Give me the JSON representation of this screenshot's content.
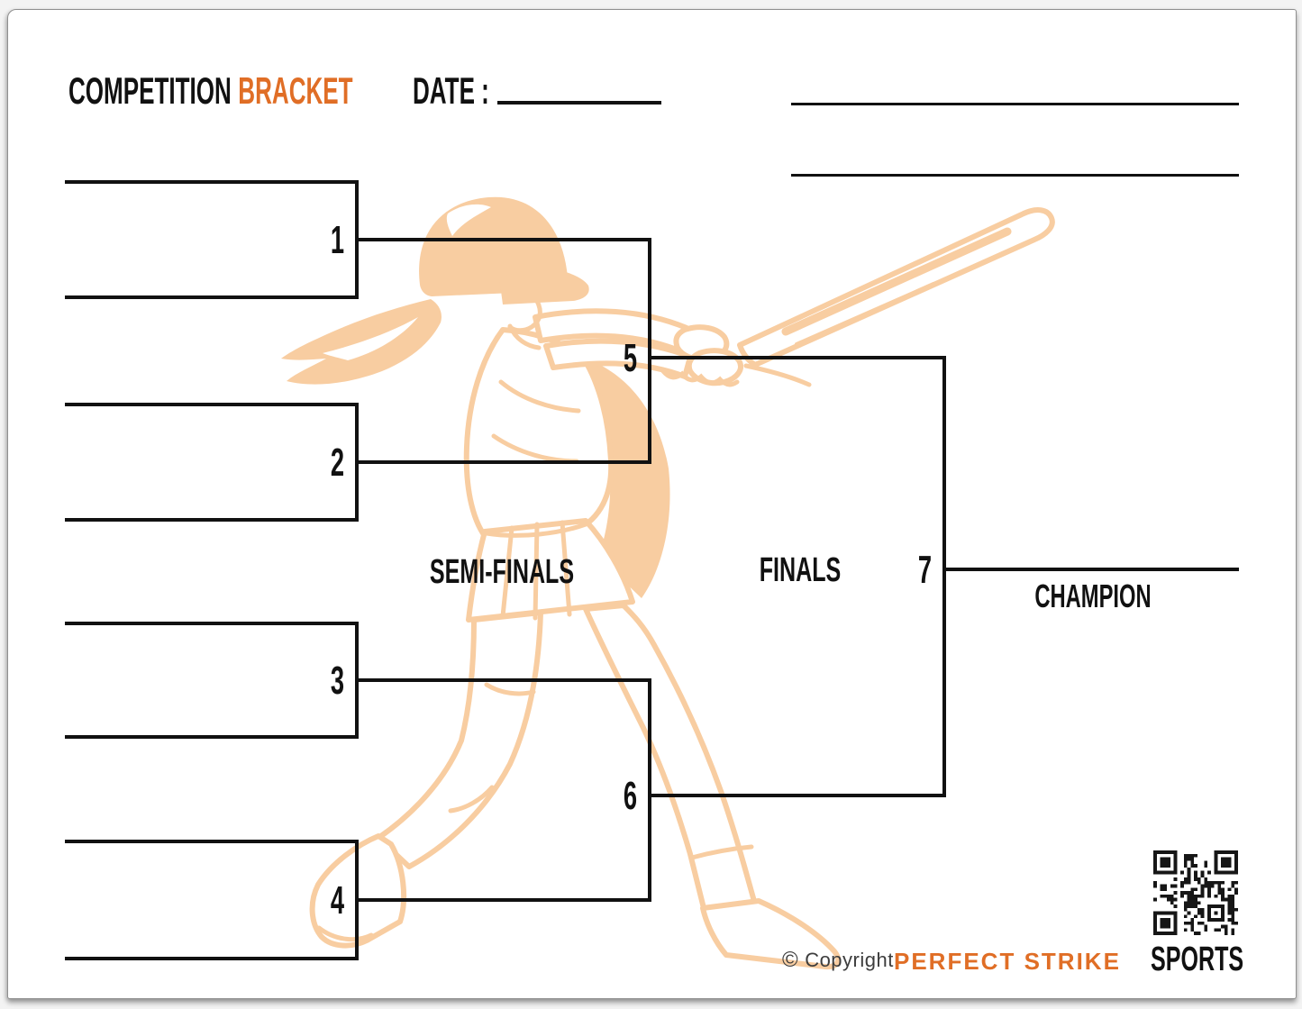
{
  "header": {
    "title_primary": "COMPETITION",
    "title_accent": "BRACKET",
    "date_label": "DATE :"
  },
  "bracket": {
    "seeds": [
      "1",
      "2",
      "3",
      "4",
      "5",
      "6",
      "7"
    ],
    "labels": {
      "semifinals": "SEMI-FINALS",
      "finals": "FINALS",
      "champion": "CHAMPION"
    }
  },
  "footer": {
    "copyright_symbol": "©",
    "copyright_label": "Copyright",
    "brand_primary": "PERFECT STRIKE",
    "brand_secondary": "SPORTS"
  },
  "icons": {
    "qr_code": "qr-code",
    "illustration": "softball-batter-illustration"
  },
  "colors": {
    "accent_orange": "#E06E26",
    "illustration_peach": "#F8CDA1",
    "line_black": "#111111"
  }
}
